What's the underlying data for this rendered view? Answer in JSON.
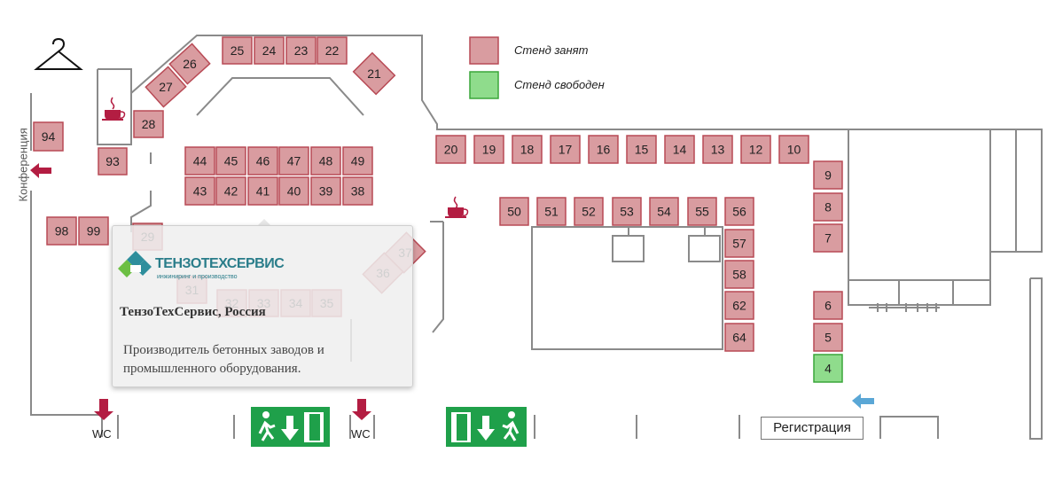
{
  "legend": {
    "occupied_label": "Стенд занят",
    "free_label": "Стенд свободен",
    "occupied_color": "#d99ca0",
    "free_color": "#8fdc8c"
  },
  "labels": {
    "conference": "Конференция",
    "wc_left": "WC",
    "wc_right": "WC",
    "registration": "Регистрация"
  },
  "icons": [
    "hanger-icon",
    "coffee-icon",
    "arrow-left-icon",
    "arrow-down-icon",
    "exit-sign-icon"
  ],
  "booths": [
    {
      "id": "25",
      "status": "occupied"
    },
    {
      "id": "24",
      "status": "occupied"
    },
    {
      "id": "23",
      "status": "occupied"
    },
    {
      "id": "22",
      "status": "occupied"
    },
    {
      "id": "26",
      "status": "occupied"
    },
    {
      "id": "27",
      "status": "occupied"
    },
    {
      "id": "21",
      "status": "occupied"
    },
    {
      "id": "28",
      "status": "occupied"
    },
    {
      "id": "94",
      "status": "occupied"
    },
    {
      "id": "93",
      "status": "occupied"
    },
    {
      "id": "98",
      "status": "occupied"
    },
    {
      "id": "99",
      "status": "occupied"
    },
    {
      "id": "29",
      "status": "occupied"
    },
    {
      "id": "44",
      "status": "occupied"
    },
    {
      "id": "45",
      "status": "occupied"
    },
    {
      "id": "46",
      "status": "occupied"
    },
    {
      "id": "47",
      "status": "occupied"
    },
    {
      "id": "48",
      "status": "occupied"
    },
    {
      "id": "49",
      "status": "occupied"
    },
    {
      "id": "43",
      "status": "occupied"
    },
    {
      "id": "42",
      "status": "occupied"
    },
    {
      "id": "41",
      "status": "occupied"
    },
    {
      "id": "40",
      "status": "occupied"
    },
    {
      "id": "39",
      "status": "occupied"
    },
    {
      "id": "38",
      "status": "occupied"
    },
    {
      "id": "20",
      "status": "occupied"
    },
    {
      "id": "19",
      "status": "occupied"
    },
    {
      "id": "18",
      "status": "occupied"
    },
    {
      "id": "17",
      "status": "occupied"
    },
    {
      "id": "16",
      "status": "occupied"
    },
    {
      "id": "15",
      "status": "occupied"
    },
    {
      "id": "14",
      "status": "occupied"
    },
    {
      "id": "13",
      "status": "occupied"
    },
    {
      "id": "12",
      "status": "occupied"
    },
    {
      "id": "10",
      "status": "occupied"
    },
    {
      "id": "9",
      "status": "occupied"
    },
    {
      "id": "8",
      "status": "occupied"
    },
    {
      "id": "7",
      "status": "occupied"
    },
    {
      "id": "6",
      "status": "occupied"
    },
    {
      "id": "5",
      "status": "occupied"
    },
    {
      "id": "4",
      "status": "free"
    },
    {
      "id": "50",
      "status": "occupied"
    },
    {
      "id": "51",
      "status": "occupied"
    },
    {
      "id": "52",
      "status": "occupied"
    },
    {
      "id": "53",
      "status": "occupied"
    },
    {
      "id": "54",
      "status": "occupied"
    },
    {
      "id": "55",
      "status": "occupied"
    },
    {
      "id": "56",
      "status": "occupied"
    },
    {
      "id": "57",
      "status": "occupied"
    },
    {
      "id": "58",
      "status": "occupied"
    },
    {
      "id": "62",
      "status": "occupied"
    },
    {
      "id": "64",
      "status": "occupied"
    },
    {
      "id": "37",
      "status": "occupied"
    },
    {
      "id": "36",
      "status": "occupied"
    },
    {
      "id": "31",
      "status": "occupied"
    },
    {
      "id": "32",
      "status": "occupied"
    },
    {
      "id": "33",
      "status": "occupied"
    },
    {
      "id": "34",
      "status": "occupied"
    },
    {
      "id": "35",
      "status": "occupied"
    }
  ],
  "popup": {
    "logo_name": "ТЕНЗОТЕХСЕРВИС",
    "logo_tagline": "инжиниринг и производство",
    "company": "ТензоТехСервис, Россия",
    "description": "Производитель бетонных заводов и промышленного оборудования."
  }
}
